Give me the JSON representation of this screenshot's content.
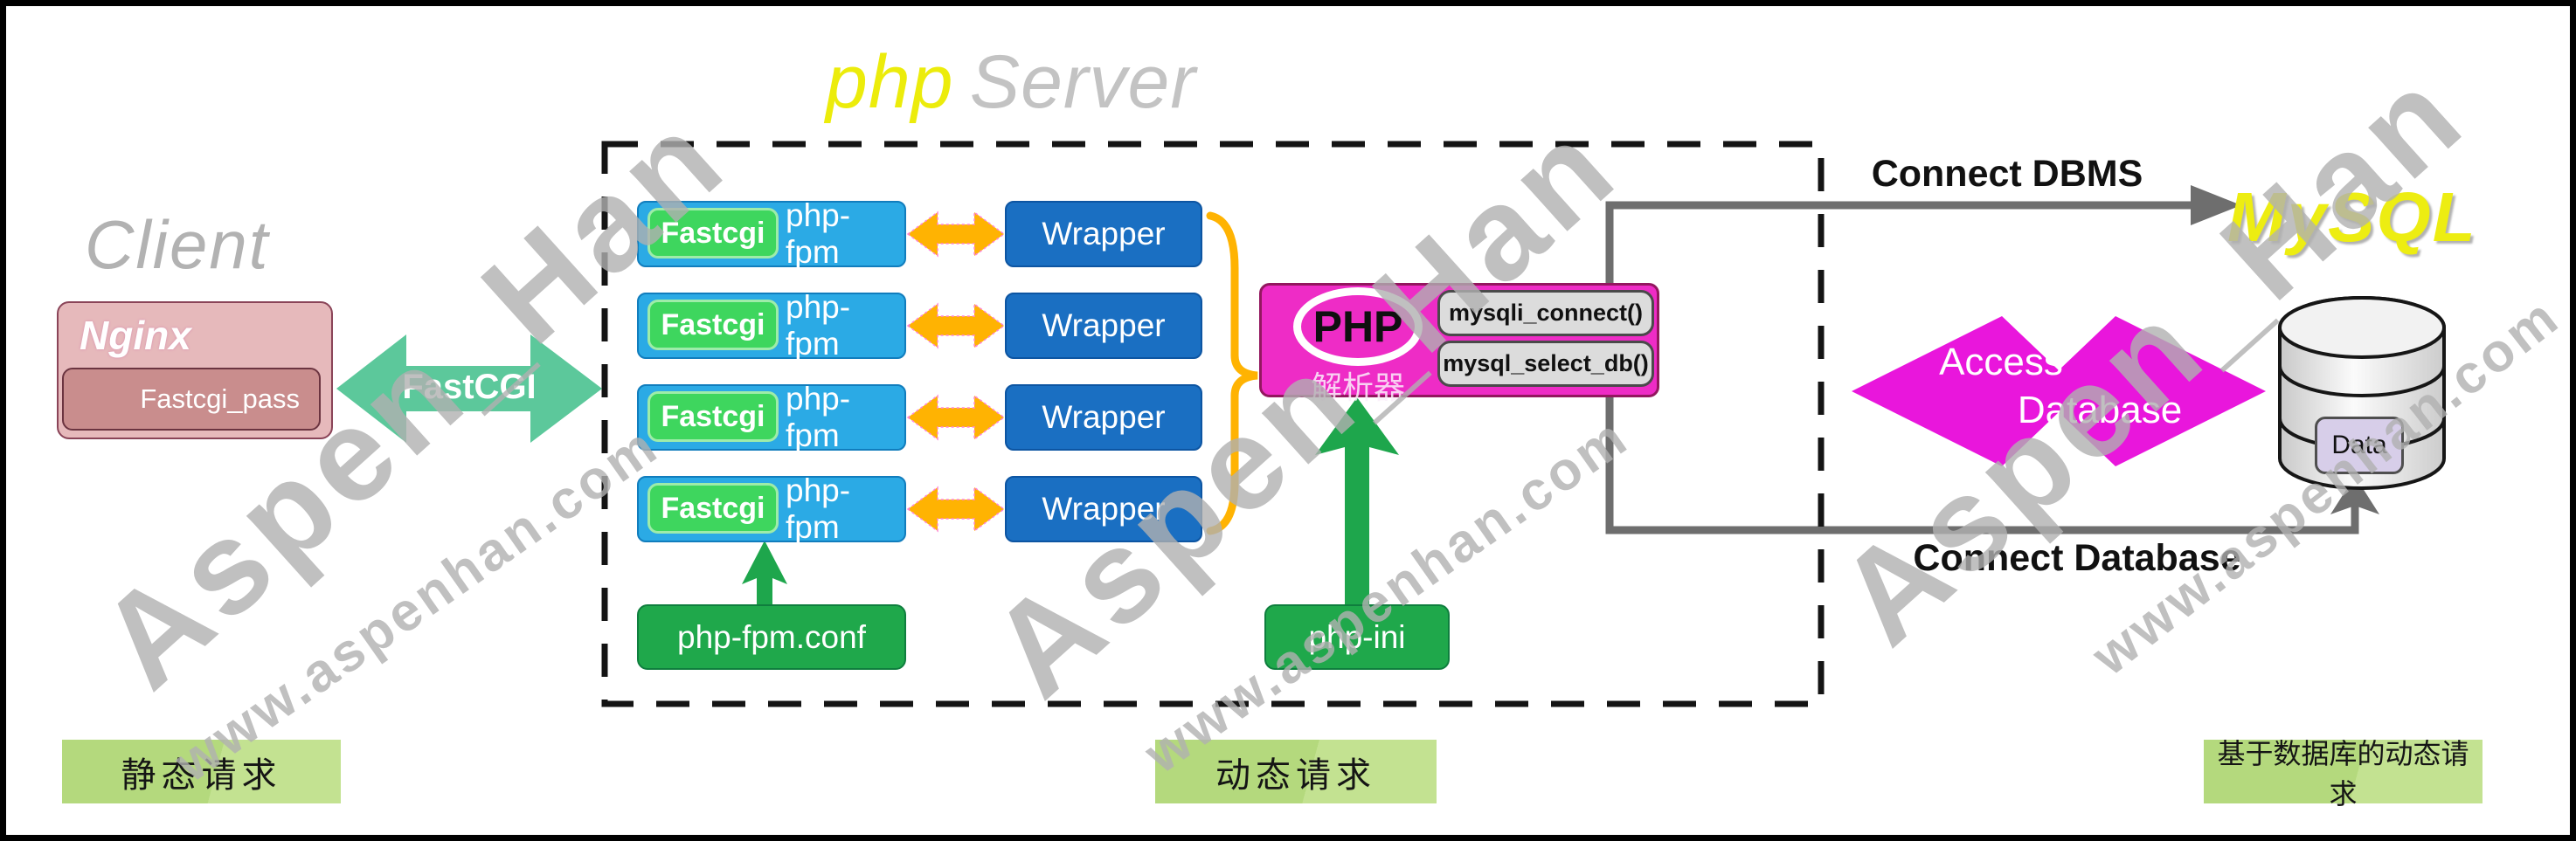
{
  "title": {
    "php": "php",
    "server": "Server"
  },
  "client": {
    "label": "Client",
    "nginx": "Nginx",
    "fastcgi_pass": "Fastcgi_pass",
    "fastcgi_arrow": "FastCGI"
  },
  "php_server": {
    "rows": [
      {
        "fastcgi": "Fastcgi",
        "phpfpm": "php-fpm",
        "wrapper": "Wrapper"
      },
      {
        "fastcgi": "Fastcgi",
        "phpfpm": "php-fpm",
        "wrapper": "Wrapper"
      },
      {
        "fastcgi": "Fastcgi",
        "phpfpm": "php-fpm",
        "wrapper": "Wrapper"
      },
      {
        "fastcgi": "Fastcgi",
        "phpfpm": "php-fpm",
        "wrapper": "Wrapper"
      }
    ],
    "php_fpm_conf": "php-fpm.conf",
    "php_ini": "php-ini",
    "parser": {
      "name": "PHP",
      "caption": "解析器",
      "fn_connect": "mysqli_connect()",
      "fn_select": "mysql_select_db()"
    }
  },
  "mysql": {
    "label": "MySQL",
    "connect_dbms": "Connect DBMS",
    "connect_database": "Connect Database",
    "access": "Access",
    "database": "Database",
    "data": "Data"
  },
  "footer": {
    "static_request": "静态请求",
    "dynamic_request": "动态请求",
    "db_dynamic_request": "基于数据库的动态请求"
  },
  "watermark": {
    "name": "Aspen_Han",
    "url": "www.aspenhan.com"
  },
  "colors": {
    "title_php": "#ecec0b",
    "title_gray": "#c3c3c3",
    "nginx_fill": "#e6b9bb",
    "fastcgi_pass_fill": "#c98d8d",
    "fastcgi_arrow_green": "#4ec393",
    "row_cyan": "#2baae5",
    "fastcgi_btn_green": "#3ed65e",
    "wrapper_blue": "#1a6fc2",
    "orange": "#ffb302",
    "conf_green": "#1fa84b",
    "php_magenta": "#ee2cc6",
    "access_magenta": "#e916dc",
    "mysql_yellow": "#eded12",
    "footer_green": "#b4d97d",
    "connector_gray": "#6e6e6e"
  }
}
